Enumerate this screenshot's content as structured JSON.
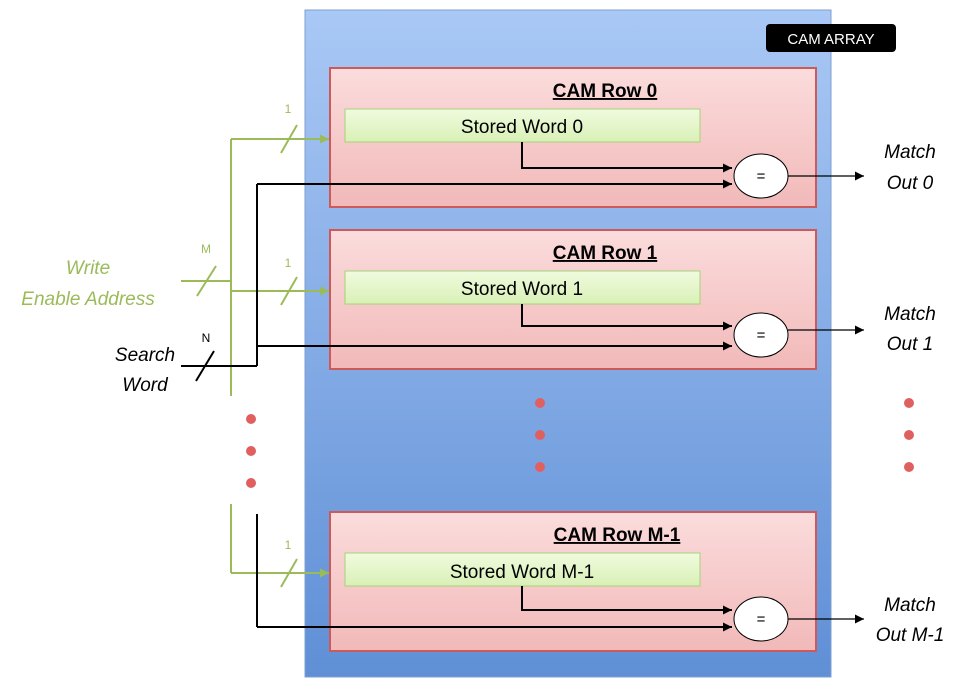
{
  "array": {
    "badge": "CAM ARRAY",
    "rows": [
      {
        "title": "CAM Row 0",
        "word": "Stored Word 0",
        "match_line1": "Match",
        "match_line2": "Out 0"
      },
      {
        "title": "CAM Row 1",
        "word": "Stored Word 1",
        "match_line1": "Match",
        "match_line2": "Out 1"
      },
      {
        "title": "CAM Row M-1",
        "word": "Stored Word M-1",
        "match_line1": "Match",
        "match_line2": "Out M-1"
      }
    ],
    "comparator_symbol": "="
  },
  "inputs": {
    "write_line1": "Write",
    "write_line2": "Enable Address",
    "search_line1": "Search",
    "search_line2": "Word",
    "bus_width_write": "M",
    "bus_width_search": "N",
    "bus_width_row": "1"
  },
  "colors": {
    "array_fill_top": "#a9c8f5",
    "array_fill_bottom": "#5f8fd6",
    "row_fill": "#f6c8c8",
    "row_border": "#cc5a5a",
    "word_fill": "#e6f7c9",
    "word_border": "#a6d17a",
    "green_wire": "#9bbb59",
    "ellipsis_dot": "#e06060"
  }
}
